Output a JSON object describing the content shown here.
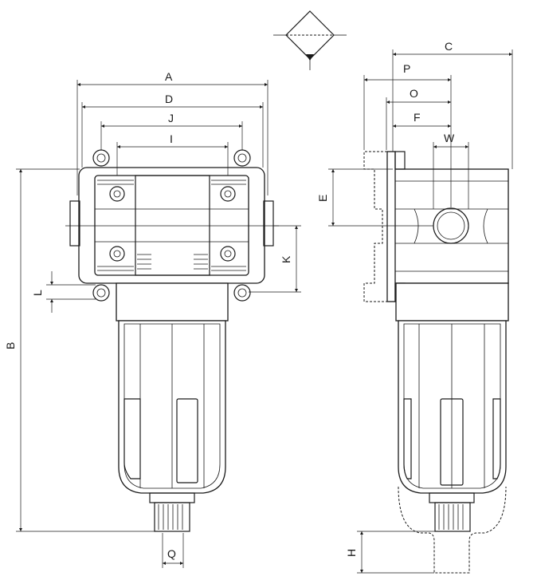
{
  "labels": {
    "A": "A",
    "B": "B",
    "C": "C",
    "D": "D",
    "E": "E",
    "F": "F",
    "H": "H",
    "I": "I",
    "J": "J",
    "K": "K",
    "L": "L",
    "O": "O",
    "P": "P",
    "Q": "Q",
    "W": "W"
  }
}
